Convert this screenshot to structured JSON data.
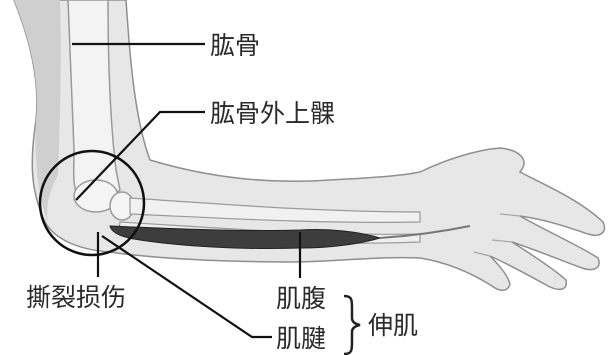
{
  "labels": {
    "humerus": "肱骨",
    "lateral_epicondyle": "肱骨外上髁",
    "tear_injury": "撕裂损伤",
    "muscle_belly": "肌腹",
    "tendon": "肌腱",
    "extensor": "伸肌"
  },
  "colors": {
    "skin": "#e7e7e7",
    "skin_shadow": "#c9c9c9",
    "outline": "#8f8f8f",
    "bone": "#f3f3f3",
    "muscle": "#3d3d3d",
    "leader_line": "#111111"
  }
}
